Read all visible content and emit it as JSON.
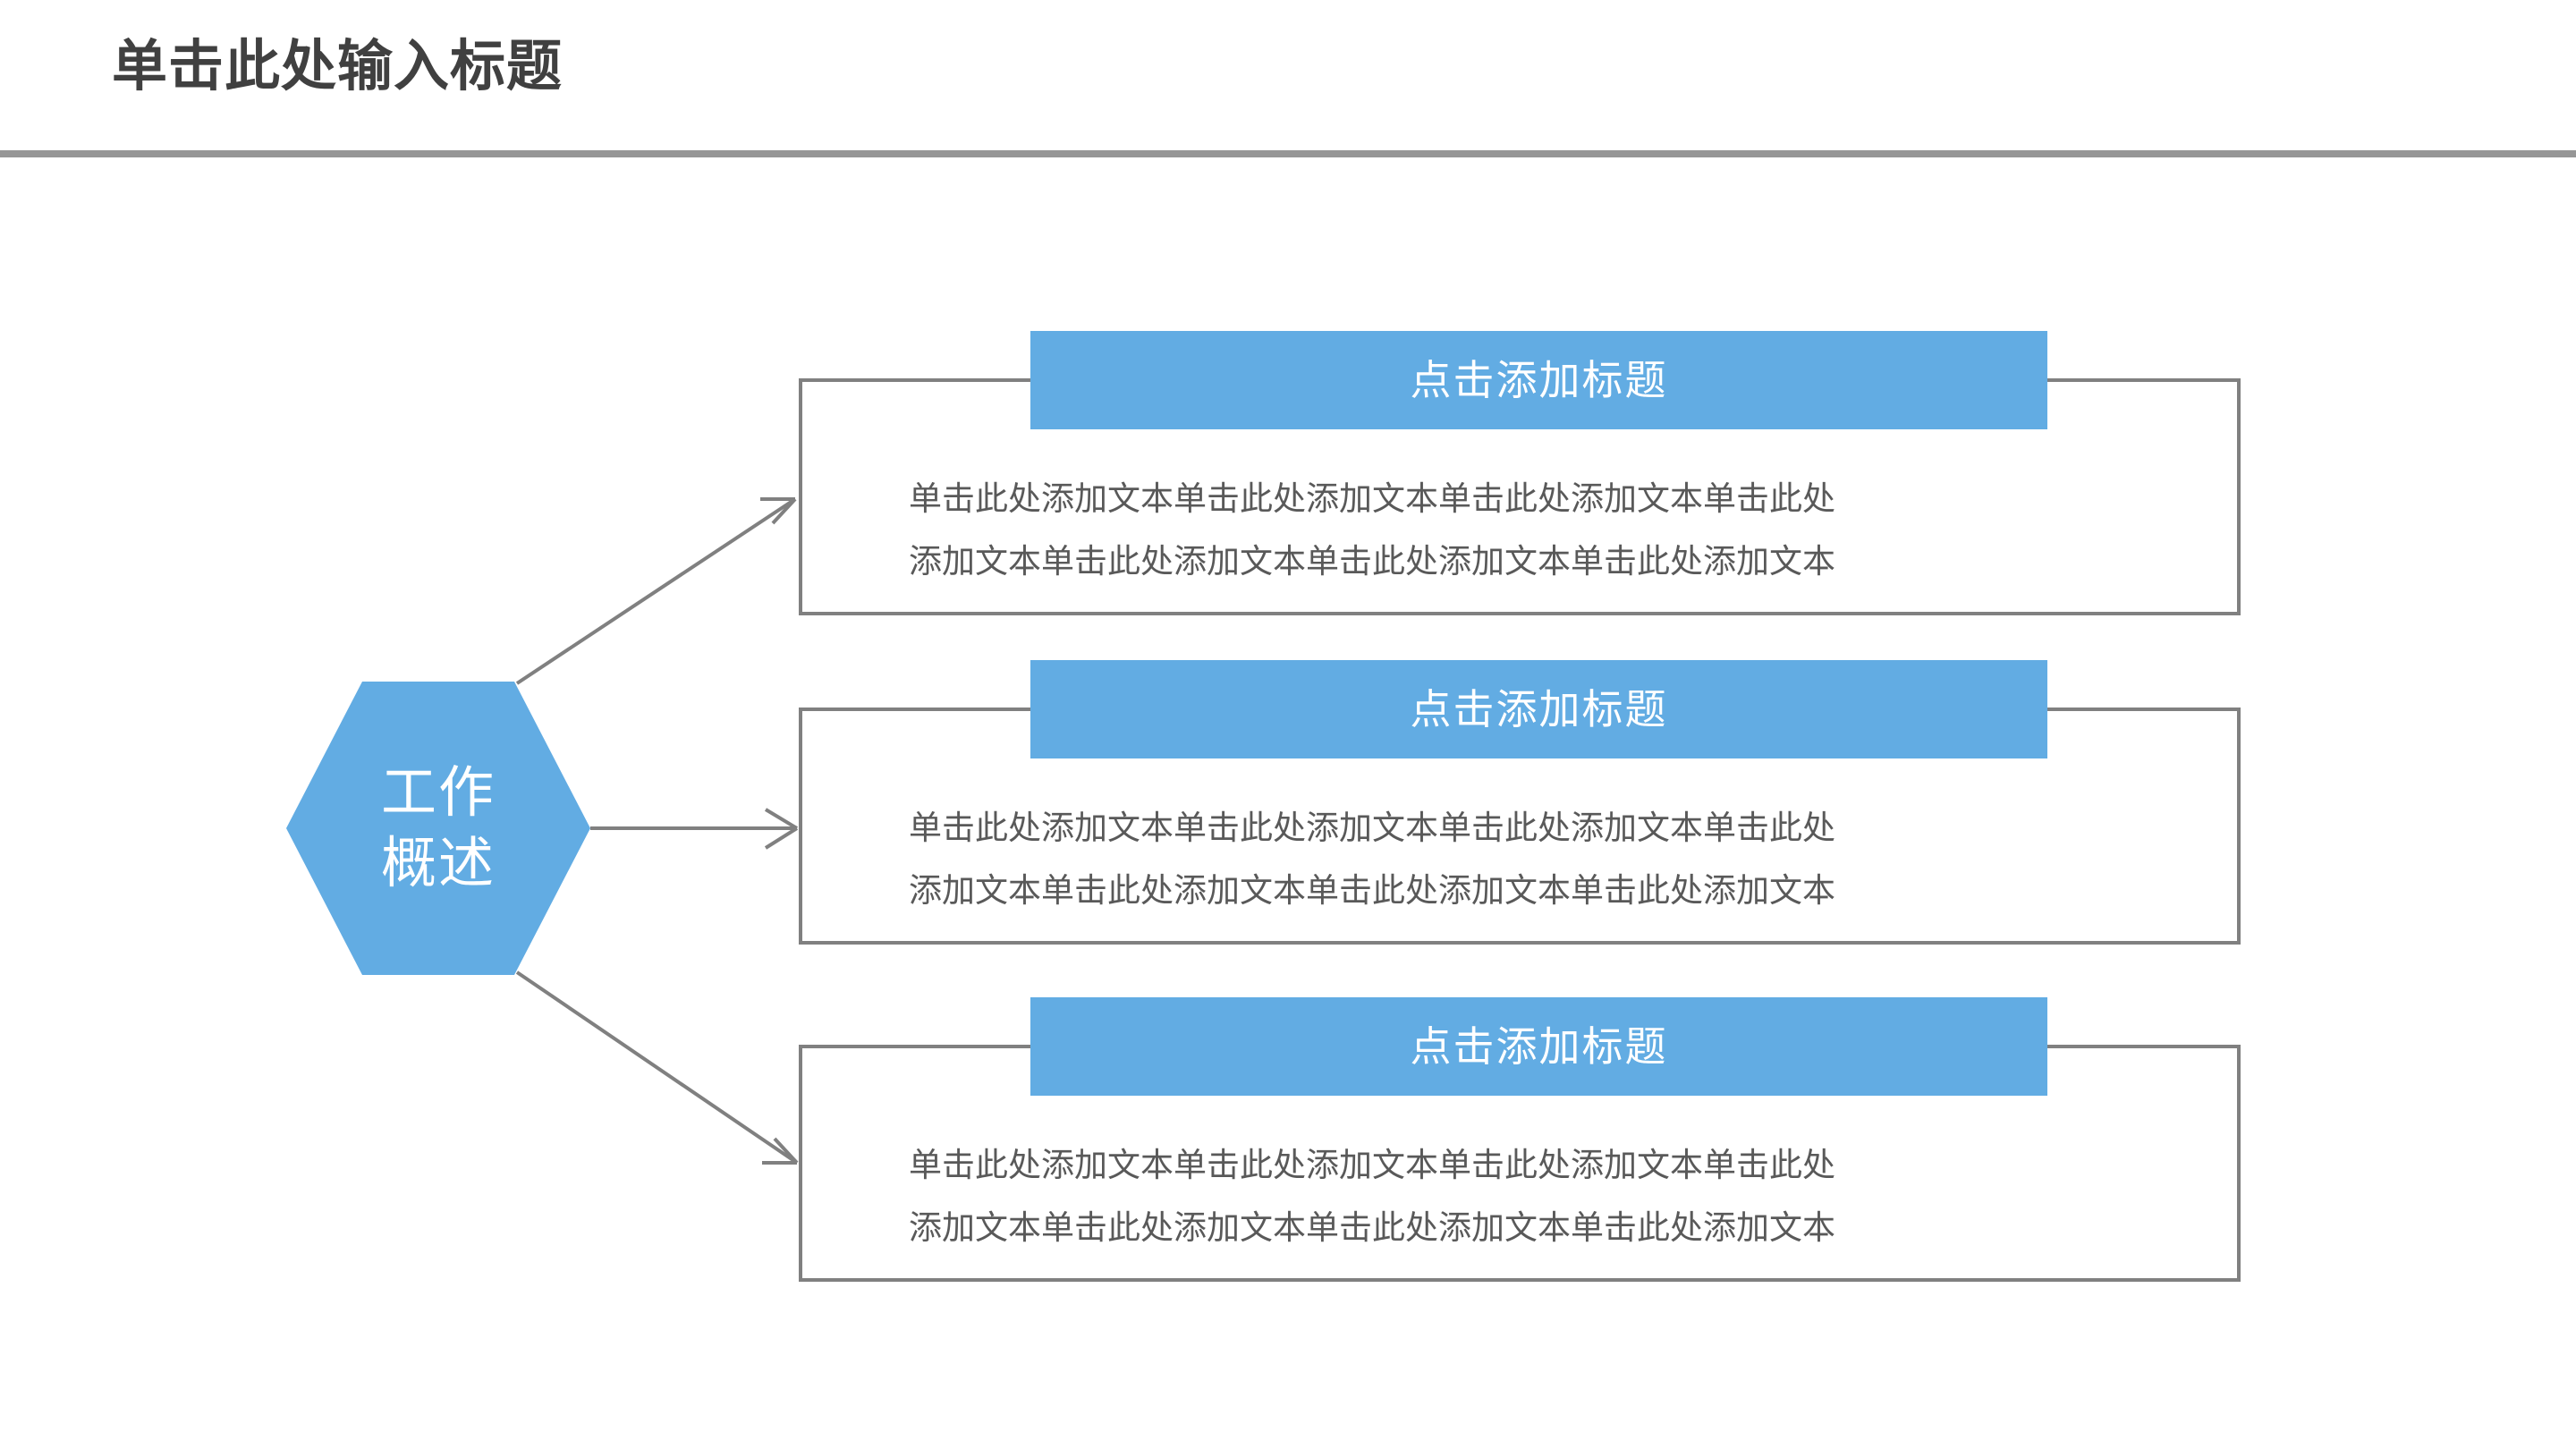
{
  "header": {
    "title": "单击此处输入标题",
    "divider_color": "#969696",
    "title_color": "#404040"
  },
  "theme": {
    "accent_blue": "#62ACE3",
    "border_gray": "#808080",
    "body_text_gray": "#595959",
    "background": "#FFFFFF"
  },
  "hub": {
    "shape": "hexagon",
    "fill": "#62ACE3",
    "line1": "工作",
    "line2": "概述"
  },
  "connectors": [
    {
      "name": "connector-to-row-1",
      "direction": "up-right",
      "arrowhead": "open-v"
    },
    {
      "name": "connector-to-row-2",
      "direction": "right",
      "arrowhead": "open-v"
    },
    {
      "name": "connector-to-row-3",
      "direction": "down-right",
      "arrowhead": "open-v"
    }
  ],
  "rows": [
    {
      "banner": "点击添加标题",
      "body_line1": "单击此处添加文本单击此处添加文本单击此处添加文本单击此处",
      "body_line2": "添加文本单击此处添加文本单击此处添加文本单击此处添加文本"
    },
    {
      "banner": "点击添加标题",
      "body_line1": "单击此处添加文本单击此处添加文本单击此处添加文本单击此处",
      "body_line2": "添加文本单击此处添加文本单击此处添加文本单击此处添加文本"
    },
    {
      "banner": "点击添加标题",
      "body_line1": "单击此处添加文本单击此处添加文本单击此处添加文本单击此处",
      "body_line2": "添加文本单击此处添加文本单击此处添加文本单击此处添加文本"
    }
  ]
}
